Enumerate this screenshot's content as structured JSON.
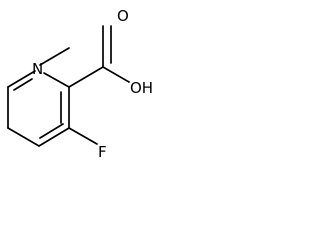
{
  "molecule": {
    "atoms": {
      "nitrogen": "N",
      "oxygen_carbonyl": "O",
      "hydroxyl": "OH",
      "fluorine": "F"
    }
  }
}
